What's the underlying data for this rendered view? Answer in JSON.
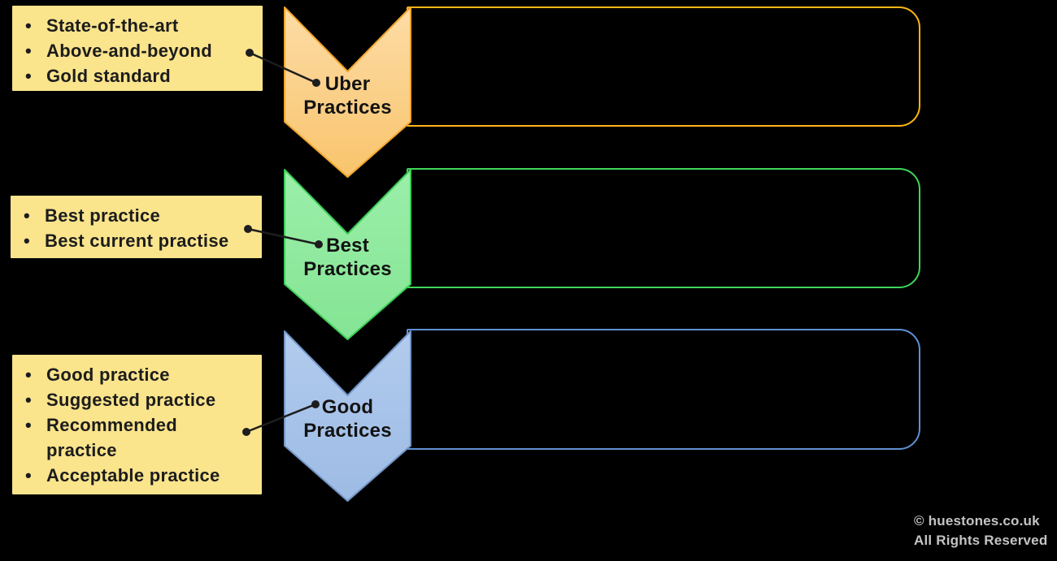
{
  "background": "#000000",
  "note": {
    "fill": "#FAE48C",
    "text_color": "#1C1C1C"
  },
  "callout": {
    "color": "#1D1D1D"
  },
  "rows": [
    {
      "name": "uber",
      "note_items": [
        "State-of-the-art",
        "Above-and-beyond",
        "Gold standard"
      ],
      "chevron_label_line1": "Uber",
      "chevron_label_line2": "Practices",
      "chevron_fill_top": "#FCDCA6",
      "chevron_fill_bottom": "#F9C46C",
      "chevron_border": "#F2A62E",
      "panel_border": "#FFB615"
    },
    {
      "name": "best",
      "note_items": [
        "Best practice",
        "Best current practise"
      ],
      "chevron_label_line1": "Best",
      "chevron_label_line2": "Practices",
      "chevron_fill_top": "#9BEFA9",
      "chevron_fill_bottom": "#84E494",
      "chevron_border": "#3CCD57",
      "panel_border": "#3FD65A"
    },
    {
      "name": "good",
      "note_items": [
        "Good practice",
        "Suggested practice",
        "Recommended practice",
        "Acceptable practice"
      ],
      "chevron_label_line1": "Good",
      "chevron_label_line2": "Practices",
      "chevron_fill_top": "#B2CBEE",
      "chevron_fill_bottom": "#9DBBE4",
      "chevron_border": "#7396C7",
      "panel_border": "#5E91D3"
    }
  ],
  "footer": {
    "line1": "© huestones.co.uk",
    "line2": "All Rights Reserved",
    "color": "#C4C4C4"
  }
}
